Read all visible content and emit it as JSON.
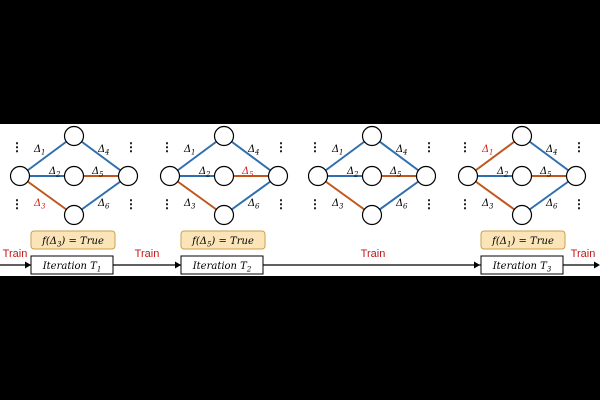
{
  "colors": {
    "background": "#000000",
    "panel": "#ffffff",
    "blue_edge": "#2f6fb0",
    "orange_edge": "#c0561b",
    "red_label": "#d42020",
    "train_text": "#c01818",
    "condition_fill": "#fbe4b8",
    "condition_border": "#c8a24a",
    "dark": "#000000"
  },
  "delta_symbol": "Δ",
  "ellipsis": "⋮",
  "train_label": "Train",
  "graphs": [
    {
      "highlight_edge": 3,
      "labels": [
        "1",
        "2",
        "3",
        "4",
        "5",
        "6"
      ]
    },
    {
      "highlight_edge": 5,
      "labels": [
        "1",
        "2",
        "3",
        "4",
        "5",
        "6"
      ]
    },
    {
      "highlight_edge": null,
      "labels": [
        "1",
        "2",
        "3",
        "4",
        "5",
        "6"
      ]
    },
    {
      "highlight_edge": 1,
      "labels": [
        "1",
        "2",
        "3",
        "4",
        "5",
        "6"
      ]
    }
  ],
  "conditions": [
    {
      "func": "f",
      "arg_sub": "3",
      "result": "True"
    },
    {
      "func": "f",
      "arg_sub": "5",
      "result": "True"
    },
    {
      "func": "f",
      "arg_sub": "1",
      "result": "True"
    }
  ],
  "iterations": [
    {
      "text": "Iteration",
      "var": "T",
      "sub": "1"
    },
    {
      "text": "Iteration",
      "var": "T",
      "sub": "2"
    },
    {
      "text": "Iteration",
      "var": "T",
      "sub": "3"
    }
  ]
}
